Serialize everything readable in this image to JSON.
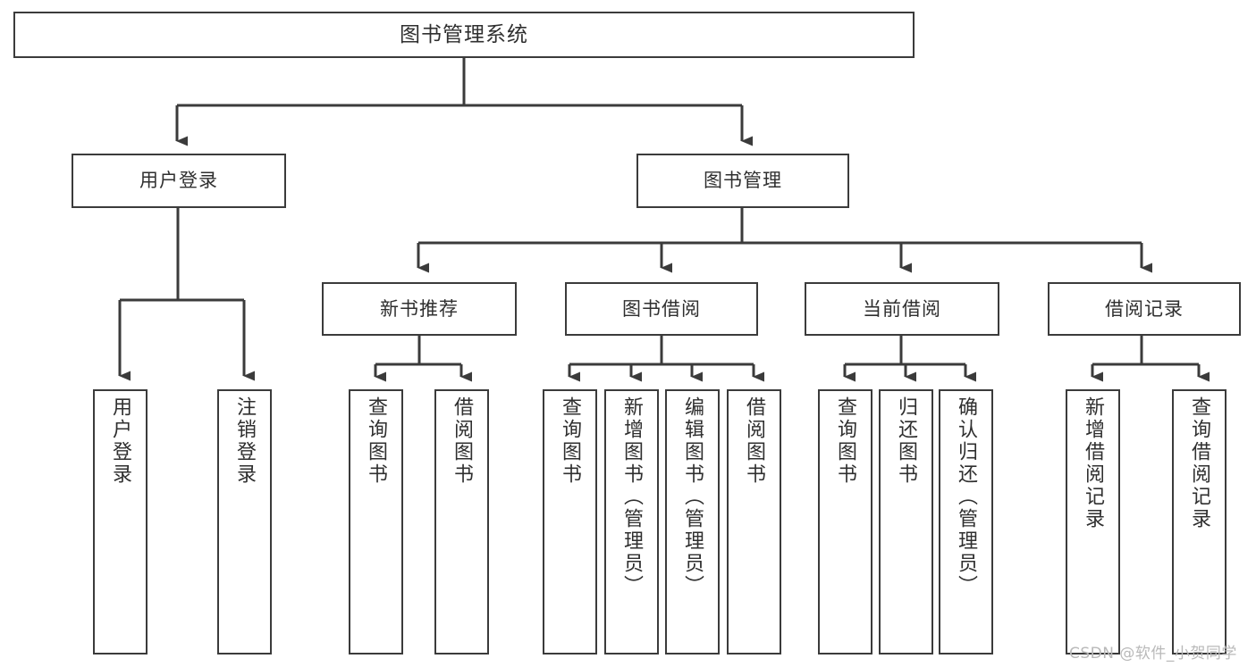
{
  "diagram": {
    "title": "图书管理系统",
    "type": "tree-hierarchy-chart",
    "watermark": "CSDN @软件_小贺同学",
    "colors": {
      "box_border": "#3b3b3b",
      "box_fill": "#ffffff",
      "edge": "#3b3b3b",
      "text": "#2f2f2f",
      "watermark": "#b9b9b9",
      "background": "#ffffff"
    }
  },
  "nodes": {
    "root": {
      "label": "图书管理系统"
    },
    "level2": [
      {
        "label": "用户登录"
      },
      {
        "label": "图书管理"
      }
    ],
    "level3": [
      {
        "label": "新书推荐"
      },
      {
        "label": "图书借阅"
      },
      {
        "label": "当前借阅"
      },
      {
        "label": "借阅记录"
      }
    ],
    "leaves": {
      "user_login": [
        {
          "label": "用户登录"
        },
        {
          "label": "注销登录"
        }
      ],
      "new_book_recommend": [
        {
          "label": "查询图书"
        },
        {
          "label": "借阅图书"
        }
      ],
      "book_borrow": [
        {
          "label": "查询图书"
        },
        {
          "label": "新增图书（管理员）"
        },
        {
          "label": "编辑图书（管理员）"
        },
        {
          "label": "借阅图书"
        }
      ],
      "current_borrow": [
        {
          "label": "查询图书"
        },
        {
          "label": "归还图书"
        },
        {
          "label": "确认归还（管理员）"
        }
      ],
      "borrow_records": [
        {
          "label": "新增借阅记录"
        },
        {
          "label": "查询借阅记录"
        }
      ]
    }
  }
}
